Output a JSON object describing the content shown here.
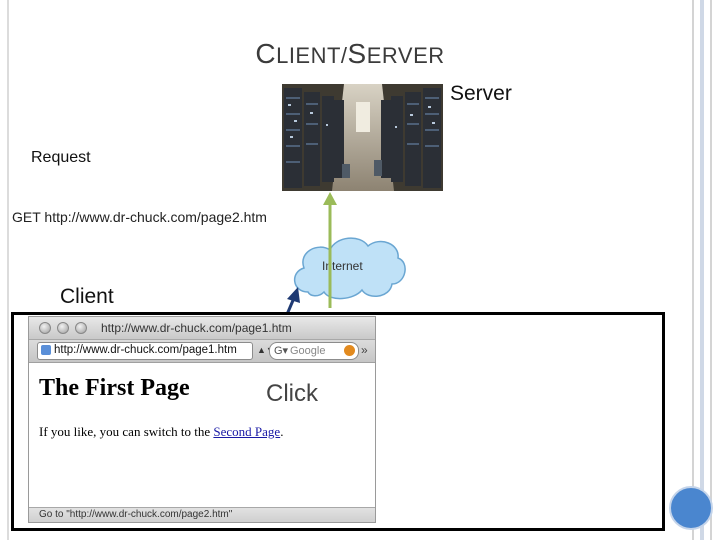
{
  "slide": {
    "title_first_cap": "C",
    "title_rest1": "LIENT/",
    "title_second_cap": "S",
    "title_rest2": "ERVER"
  },
  "labels": {
    "server": "Server",
    "request": "Request",
    "get_request": "GET http://www.dr-chuck.com/page2.htm",
    "internet": "Internet",
    "client": "Client",
    "click": "Click"
  },
  "browser": {
    "window_title": "http://www.dr-chuck.com/page1.htm",
    "url": "http://www.dr-chuck.com/page1.htm",
    "search_placeholder": "Google",
    "page_heading": "The First Page",
    "paragraph_before": "If you like, you can switch to the ",
    "link_text": "Second Page",
    "paragraph_after": ".",
    "status_text": "Go to \"http://www.dr-chuck.com/page2.htm\""
  },
  "colors": {
    "request_arrow": "#9bbb59",
    "click_arrow": "#1f3a73",
    "cloud_fill": "#bfe1f7",
    "cloud_stroke": "#6aa6d2",
    "accent_circle": "#4a86cf"
  }
}
